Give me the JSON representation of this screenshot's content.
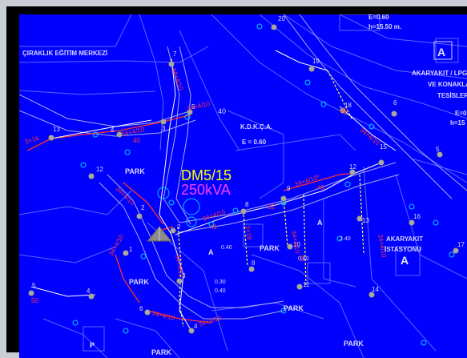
{
  "colors": {
    "background": "#0000ff",
    "lines_light": "#6f7cff",
    "lines_dark": "#2a2aa8",
    "road_white": "#e8e8e8",
    "cable_red": "#ff3030",
    "cable_yellow": "#ffff40",
    "pole_gray": "#a0a0a0",
    "label_white": "#dcdcff",
    "label_cyan": "#00e0ff",
    "transformer_yellow": "#ffff00",
    "transformer_magenta": "#ff40ff",
    "triangle_gray": "#909090"
  },
  "labels": {
    "school": "ÇIRAKLIK EĞİTİM MERKEZİ",
    "kdkca": "K.D.K.Ç.A.",
    "e_value": "E = 0.60",
    "e_top": "E=0.60",
    "h_top": "h=15.50 m.",
    "fuel_station_top": "AKARYAKIT / LPG",
    "ve_konak": "VE KONAKLAMA",
    "tesisleri": "TESİSLERİ",
    "e_right": "E=0",
    "h_right": "h=15",
    "fuel_station": "AKARYAKIT",
    "istasyonu": "İSTASYONU",
    "park_1": "PARK",
    "park_2": "PARK",
    "park_3": "PARK",
    "park_4": "PARK",
    "park_5": "PARK",
    "park_6": "PARK",
    "transformer_name": "DM5/15",
    "transformer_power": "250kVA",
    "a_marker_top": "A",
    "a_marker_mid": "A",
    "a_marker_right": "A",
    "a_marker_right2": "A",
    "p_marker": "P",
    "val_040_a": "0.40",
    "val_030": "0.30",
    "val_040_b": "0.40",
    "val_060": "0.60",
    "val_240": "2.40",
    "val_40_sq": "40",
    "cable_34_10_a": "34×4/10",
    "cable_34_10_b": "34×4/10",
    "cable_34_10_c": "34×4/10*",
    "cable_34_10_d": "34×4/10",
    "cable_34_10_e": "34×4/10",
    "cable_3_16": "3×16",
    "cable_3_16_b": "3×16",
    "cable_36": "36",
    "cable_36_b": "36",
    "len_40": "40",
    "len_49": "49",
    "len_32": "32",
    "len_41": "41",
    "len_50": "50"
  },
  "pole_numbers": [
    "1",
    "2",
    "3",
    "4",
    "5",
    "6",
    "7",
    "8",
    "9",
    "10",
    "11",
    "12",
    "13",
    "14",
    "15",
    "16",
    "17",
    "18",
    "19",
    "20"
  ]
}
